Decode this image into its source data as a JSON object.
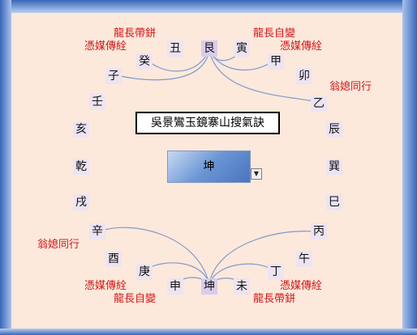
{
  "title": "吳景鸞玉鏡寨山搜氣訣",
  "selected_mountain": "坤",
  "colors": {
    "note_red": "#d01818",
    "stem_bg": "#ede4f2",
    "frame_blue": "#5b86c8",
    "line_blue": "#7d9bc9"
  },
  "mountains": {
    "chou": "丑",
    "gen": "艮",
    "yin": "寅",
    "gui": "癸",
    "jia": "甲",
    "zi": "子",
    "mao": "卯",
    "ren": "壬",
    "yi": "乙",
    "hai": "亥",
    "chen": "辰",
    "qian": "乾",
    "xun": "巽",
    "xu": "戌",
    "si": "巳",
    "xin": "辛",
    "bing": "丙",
    "you": "酉",
    "wu": "午",
    "geng": "庚",
    "ding": "丁",
    "shen": "申",
    "kun": "坤",
    "wei": "未"
  },
  "notes": {
    "top_left_1": "龍長帶鉼",
    "top_left_2": "憑媒傳絟",
    "top_right_1": "龍長自變",
    "top_right_2": "憑媒傳絟",
    "right_mid": "翁媳同行",
    "left_mid": "翁媳同行",
    "bottom_left_1": "憑媒傳絟",
    "bottom_left_2": "龍長自變",
    "bottom_right_1": "憑媒傳絟",
    "bottom_right_2": "龍長帶鉼"
  },
  "dropdown_icon": "chevron-down-icon"
}
